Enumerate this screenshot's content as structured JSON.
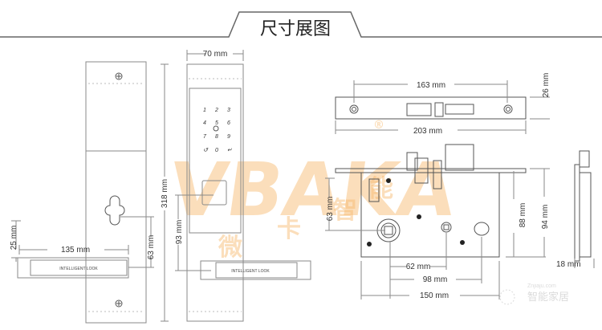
{
  "title": "尺寸展图",
  "watermark": {
    "brand": "VBAKA",
    "chinese": [
      "微",
      "卡",
      "智",
      "能"
    ],
    "registered": "®",
    "color": "#f7b86a"
  },
  "corner_watermark": {
    "site": "Znjiaju.com",
    "name": "智能家居"
  },
  "front_view": {
    "handle_label": "INTELLIGENT LOOK",
    "dims": {
      "handle_height": "25 mm",
      "handle_length": "135 mm",
      "keyhole_to_handle": "63 mm"
    }
  },
  "keypad_view": {
    "keys": [
      "1",
      "2",
      "3",
      "4",
      "5",
      "6",
      "7",
      "8",
      "9",
      "↺",
      "0",
      "↵"
    ],
    "handle_label": "INTELLIGENT LOOK",
    "dims": {
      "width": "70 mm",
      "height": "318 mm",
      "card_to_handle": "93 mm"
    }
  },
  "mortise": {
    "strike_dims": {
      "hole_spacing": "163 mm",
      "height": "26 mm",
      "length": "203 mm"
    },
    "body_dims": {
      "cylinder_height": "63 mm",
      "cyl_to_spindle": "62 mm",
      "cyl_to_key": "98 mm",
      "width": "150 mm",
      "body_height": "88 mm",
      "total_height": "94 mm",
      "thickness": "18 mm"
    }
  }
}
